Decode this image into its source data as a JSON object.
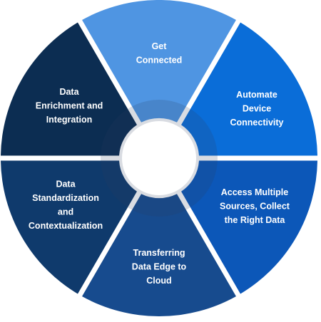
{
  "segments": [
    {
      "lines": [
        "Get",
        "Connected"
      ],
      "color": "#4f95e2"
    },
    {
      "lines": [
        "Automate",
        "Device",
        "Connectivity"
      ],
      "color": "#0a6dd8"
    },
    {
      "lines": [
        "Access Multiple",
        "Sources, Collect",
        "the Right Data"
      ],
      "color": "#0c57b8"
    },
    {
      "lines": [
        "Transferring",
        "Data Edge to",
        "Cloud"
      ],
      "color": "#174b8e"
    },
    {
      "lines": [
        "Data",
        "Standardization",
        "and",
        "Contextualization"
      ],
      "color": "#0f3a6c"
    },
    {
      "lines": [
        "Data",
        "Enrichment and",
        "Integration"
      ],
      "color": "#0c2d52"
    }
  ],
  "colors": {
    "ring": "#ffffff",
    "hub": "#ffffff",
    "hub_shadow": "#243b57"
  }
}
